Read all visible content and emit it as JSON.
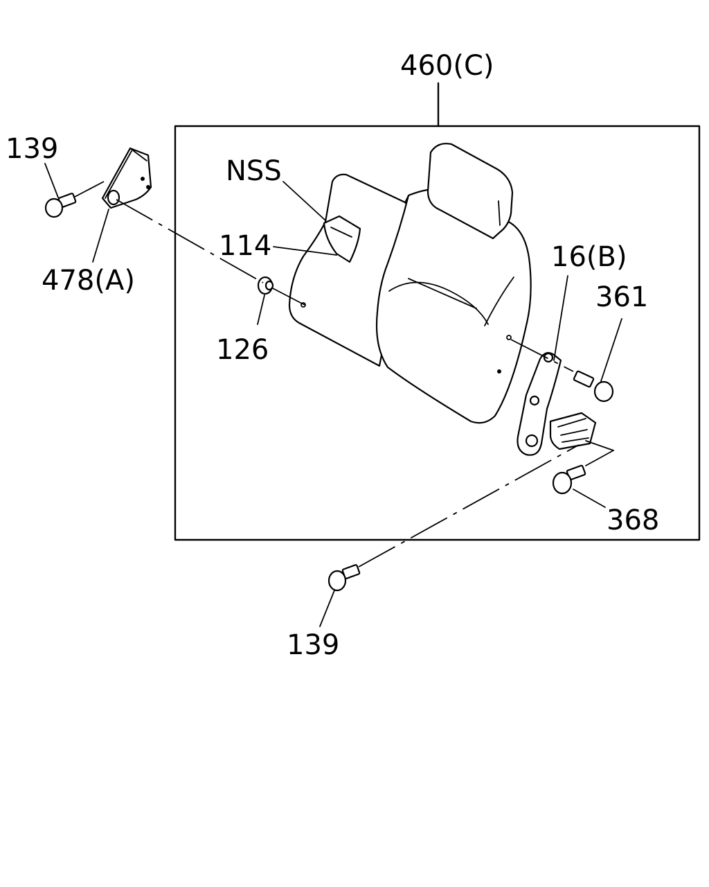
{
  "diagram": {
    "labels": {
      "assembly": "460(C)",
      "bolt_top_left": "139",
      "bracket_left": "478(A)",
      "nss": "NSS",
      "part_114": "114",
      "part_126": "126",
      "hinge_right": "16(B)",
      "bolt_361": "361",
      "bolt_368": "368",
      "bolt_bottom": "139"
    }
  }
}
